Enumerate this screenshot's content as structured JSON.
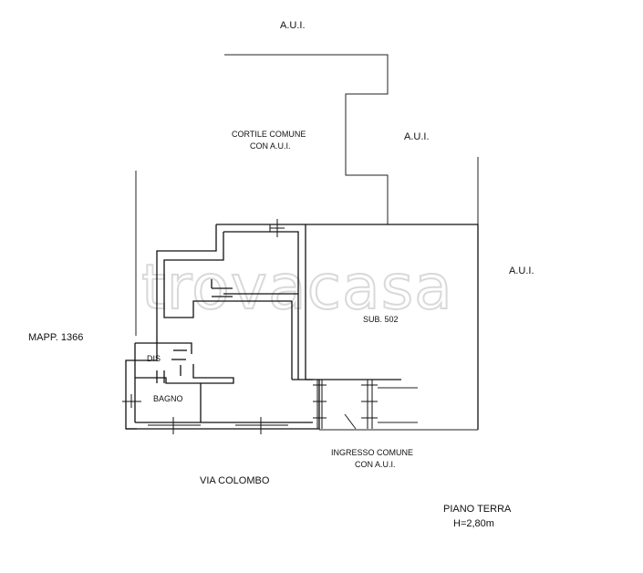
{
  "labels": {
    "aui_top": "A.U.I.",
    "aui_mid": "A.U.I.",
    "aui_right": "A.U.I.",
    "cortile_line1": "CORTILE COMUNE",
    "cortile_line2": "CON A.U.I.",
    "sub": "SUB. 502",
    "mapp": "MAPP. 1366",
    "dis": "DIS",
    "bagno": "BAGNO",
    "ingresso_line1": "INGRESSO COMUNE",
    "ingresso_line2": "CON A.U.I.",
    "street": "VIA COLOMBO",
    "floor": "PIANO TERRA",
    "height": "H=2,80m"
  },
  "watermark": "trovacasa"
}
